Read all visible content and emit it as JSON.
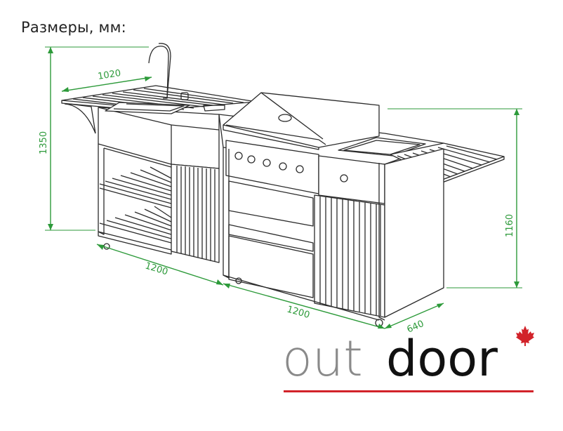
{
  "title": "Размеры, мм:",
  "dimensions": {
    "total_height": "1350",
    "side_shelf_width": "1020",
    "cabinet_height": "1160",
    "left_module_length": "1200",
    "right_module_length": "1200",
    "depth": "640"
  },
  "brand": {
    "light_part": "out",
    "dark_part": "door",
    "accent_color": "#d2232a",
    "dimension_color": "#2d9a3a",
    "icon": "maple-leaf-icon"
  }
}
